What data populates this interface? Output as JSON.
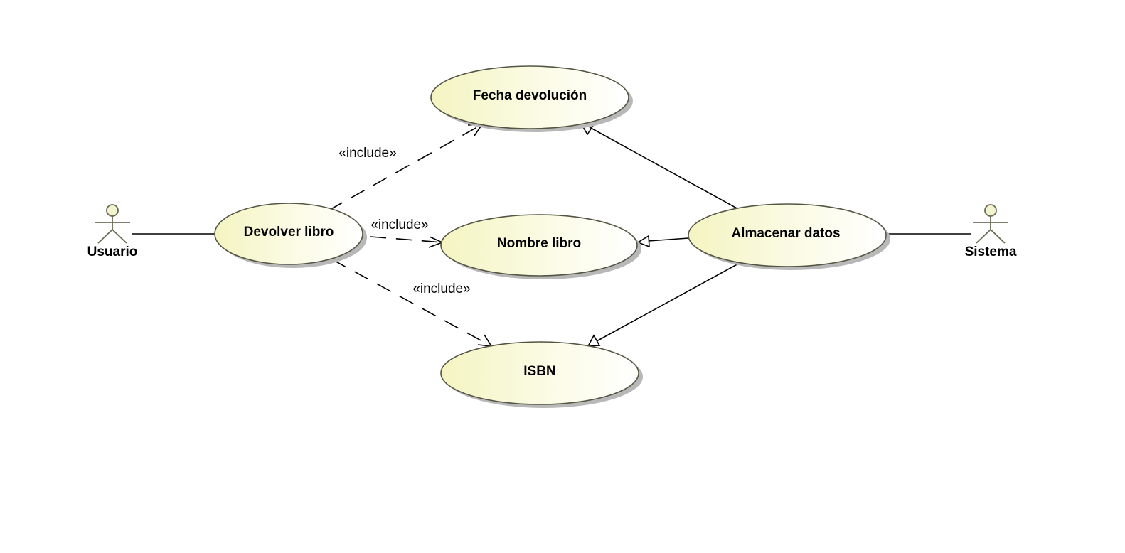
{
  "diagram": {
    "actors": {
      "usuario": "Usuario",
      "sistema": "Sistema"
    },
    "use_cases": {
      "fecha": "Fecha devolución",
      "devolver": "Devolver libro",
      "nombre": "Nombre libro",
      "almacenar": "Almacenar datos",
      "isbn": "ISBN"
    },
    "stereotypes": {
      "include_fecha": "«include»",
      "include_nombre": "«include»",
      "include_isbn": "«include»"
    },
    "colors": {
      "use_case_fill_light": "#fefef4",
      "use_case_fill_dark": "#f6f6c9",
      "outline": "#555544"
    }
  }
}
